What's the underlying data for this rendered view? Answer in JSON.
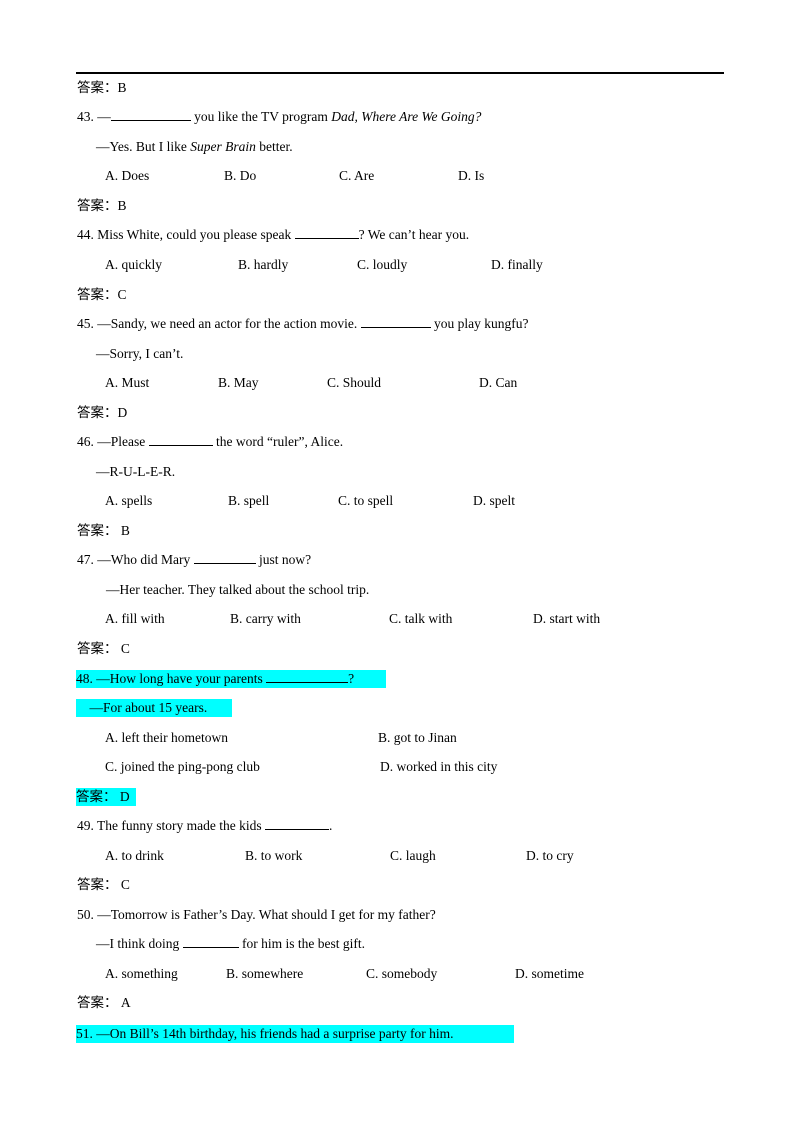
{
  "page": {
    "answer_label": "答案：",
    "top_answer": "答案：B",
    "q43": {
      "number": "43. —",
      "rest": " you like the TV program ",
      "title": "Dad, Where Are We Going?",
      "reply_a": "—Yes. But I like ",
      "reply_title": "Super Brain",
      "reply_b": " better.",
      "options": [
        "A. Does",
        "B. Do",
        "C. Are",
        "D. Is"
      ],
      "answer": "答案：B"
    },
    "q44": {
      "text_a": "44. Miss White, could you please speak ",
      "text_b": "? We can’t hear you.",
      "options": [
        "A. quickly",
        "B. hardly",
        "C. loudly",
        "D. finally"
      ],
      "answer": "答案：C"
    },
    "q45": {
      "text_a": "45. —Sandy, we need an actor for the action movie. ",
      "text_b": " you play kungfu?",
      "reply": "—Sorry, I can’t.",
      "options": [
        "A. Must",
        "B. May",
        "C. Should",
        "D. Can"
      ],
      "answer": "答案：D"
    },
    "q46": {
      "text_a": "46. —Please ",
      "text_b": " the word “ruler”, Alice.",
      "reply": "—R-U-L-E-R.",
      "options": [
        "A. spells",
        "B. spell",
        "C. to spell",
        "D. spelt"
      ],
      "answer": "答案： B"
    },
    "q47": {
      "text_a": "47. —Who did Mary ",
      "text_b": " just now?",
      "reply": "—Her teacher. They talked about the school trip.",
      "options": [
        "A. fill with",
        "B. carry with",
        "C. talk with",
        "D. start with"
      ],
      "answer": "答案： C"
    },
    "q48": {
      "text_a": "48. —How long have your parents ",
      "text_b": "?",
      "reply": "—For about 15 years.",
      "options": [
        "A. left their hometown",
        "B. got to Jinan",
        "C. joined the ping-pong club",
        "D. worked in this city"
      ],
      "answer": "答案： D"
    },
    "q49": {
      "text_a": "49. The funny story made the kids ",
      "text_b": ".",
      "options": [
        "A. to drink",
        "B. to work",
        "C. laugh",
        "D. to cry"
      ],
      "answer": "答案： C"
    },
    "q50": {
      "text": "50. —Tomorrow is Father’s Day. What should I get for my father?",
      "reply_a": "—I think doing ",
      "reply_b": " for him is the best gift.",
      "options": [
        "A. something",
        "B. somewhere",
        "C. somebody",
        "D. sometime"
      ],
      "answer": "答案： A"
    },
    "q51": {
      "text": "51. —On Bill’s 14th birthday, his friends had a surprise party for him."
    }
  }
}
